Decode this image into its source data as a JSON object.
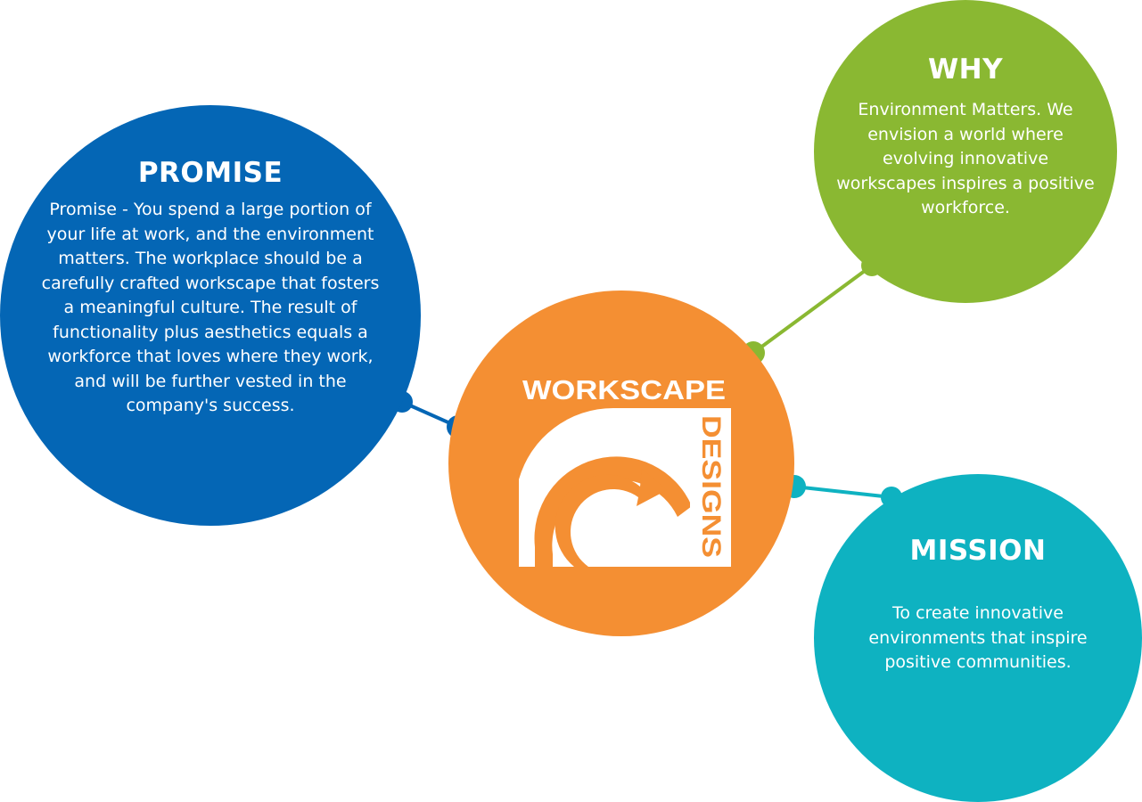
{
  "colors": {
    "promise": "#0466B5",
    "why": "#8AB832",
    "mission": "#0EB2C1",
    "center": "#F48F33",
    "white": "#FFFFFF"
  },
  "promise": {
    "title": "PROMISE",
    "body": "Promise - You spend a large portion of your life at work, and the environment matters. The workplace should be a carefully crafted workscape that fosters a meaningful culture. The result of functionality plus aesthetics equals a workforce that loves where they work, and will be further vested in the company's success."
  },
  "why": {
    "title": "WHY",
    "body": "Environment Matters. We envision a world where evolving innovative workscapes inspires a positive workforce."
  },
  "mission": {
    "title": "MISSION",
    "body": "To create innovative environments that inspire positive communities."
  },
  "logo": {
    "word_top": "WORKSCAPE",
    "word_side": "DESIGNS"
  }
}
